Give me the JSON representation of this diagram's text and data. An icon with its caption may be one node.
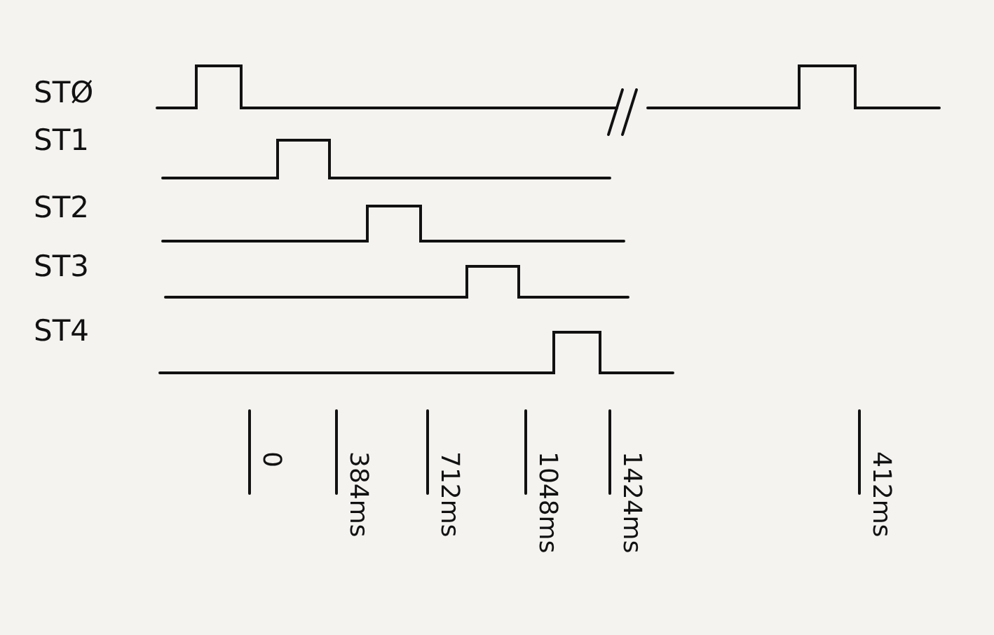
{
  "diagram": {
    "labels": [
      "STØ",
      "ST1",
      "ST2",
      "ST3",
      "ST4",
      "0",
      "384ms",
      "712ms",
      "1048ms",
      "1424ms",
      "412ms"
    ]
  }
}
